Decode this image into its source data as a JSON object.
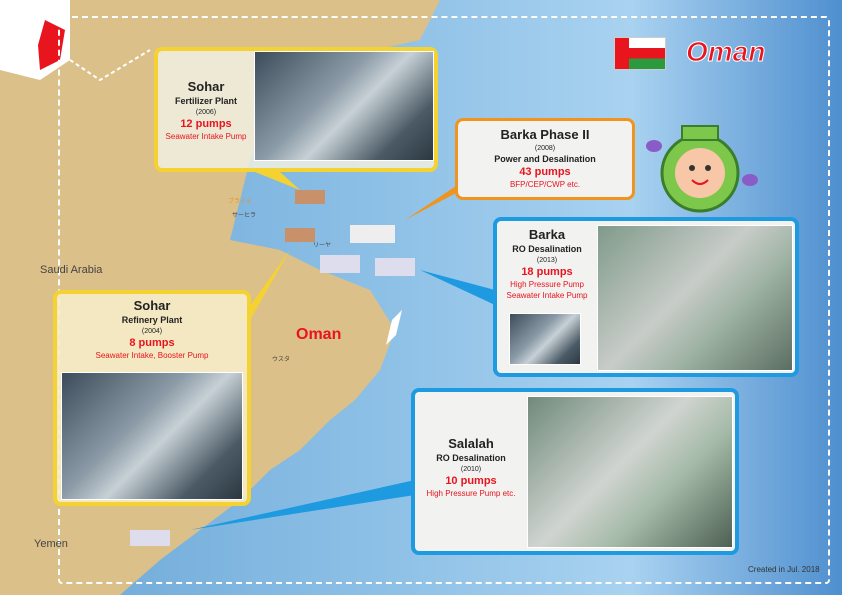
{
  "country": "Oman",
  "map_labels": {
    "saudi": "Saudi Arabia",
    "yemen": "Yemen",
    "oman": "Oman",
    "jp1": "サーヒラ",
    "jp2": "ブライミ",
    "jp3": "リーヤ",
    "jp4": "ウスタ"
  },
  "colors": {
    "accent": "#e8141e",
    "yellow": "#f4d232",
    "orange": "#f0941e",
    "blue": "#1e9ae0"
  },
  "projects": [
    {
      "site": "Sohar",
      "type": "Fertilizer Plant",
      "year": "(2006)",
      "pumps": "12 pumps",
      "desc": "Seawater Intake Pump"
    },
    {
      "site": "Barka Phase II",
      "type": "Power and Desalination",
      "year": "(2008)",
      "pumps": "43 pumps",
      "desc": "BFP/CEP/CWP etc."
    },
    {
      "site": "Barka",
      "type": "RO Desalination",
      "year": "(2013)",
      "pumps": "18 pumps",
      "desc": "High Pressure Pump",
      "desc2": "Seawater Intake Pump"
    },
    {
      "site": "Sohar",
      "type": "Refinery Plant",
      "year": "(2004)",
      "pumps": "8 pumps",
      "desc": "Seawater Intake, Booster Pump"
    },
    {
      "site": "Salalah",
      "type": "RO Desalination",
      "year": "(2010)",
      "pumps": "10 pumps",
      "desc": "High Pressure Pump etc."
    }
  ],
  "footer": "Created in Jul. 2018"
}
